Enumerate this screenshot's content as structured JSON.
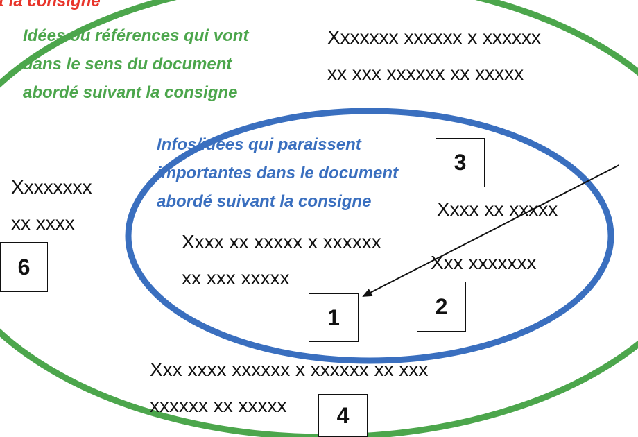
{
  "colors": {
    "outer_ellipse": "#4ca64c",
    "inner_ellipse": "#3a6fbf",
    "top_caption": "#e8352b",
    "text": "#111111"
  },
  "top_caption": "t la consigne",
  "green_caption": [
    "Idées ou références qui vont",
    "dans le sens du document",
    "abordé suivant la consigne"
  ],
  "blue_caption": [
    "Infos/idées qui paraissent",
    "importantes dans le document",
    "abordé suivant la consigne"
  ],
  "placeholders": {
    "top_right": [
      "Xxxxxxx xxxxxx x xxxxxx",
      "xx xxx xxxxxx xx xxxxx"
    ],
    "left": [
      "Xxxxxxxx",
      "xx xxxx"
    ],
    "inner_center": [
      "Xxxx xx xxxxx x xxxxxx",
      "xx xxx xxxxx"
    ],
    "inner_right_top": "Xxxx xx xxxxx",
    "inner_right_bottom": "Xxx xxxxxxx",
    "bottom": [
      "Xxx xxxx xxxxxx x xxxxxx xx xxx",
      "xxxxxx xx xxxxx"
    ]
  },
  "boxes": {
    "b1": "1",
    "b2": "2",
    "b3": "3",
    "b4": "4",
    "b6": "6"
  }
}
